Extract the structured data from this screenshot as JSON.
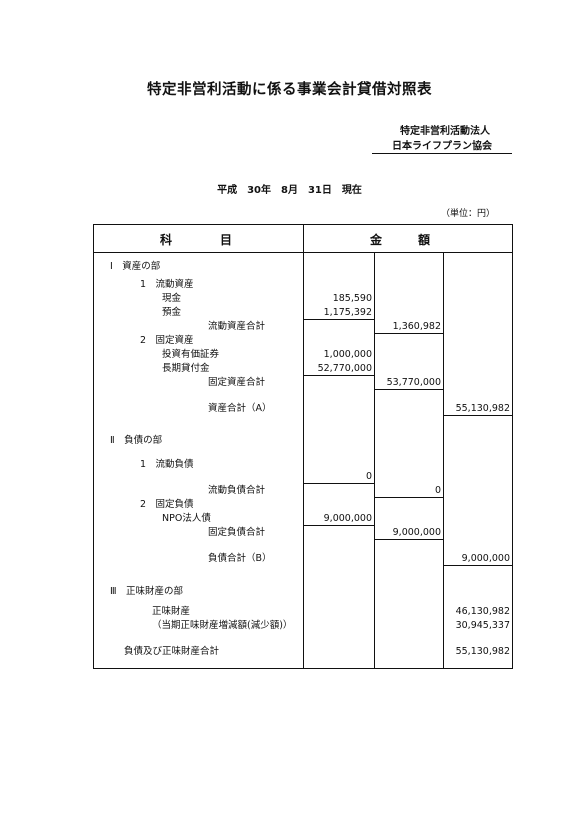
{
  "document": {
    "title": "特定非営利活動に係る事業会計貸借対照表",
    "org_line1": "特定非営利活動法人",
    "org_line2": "日本ライフプラン協会",
    "date": "平成　30年　8月　31日　現在",
    "unit": "（単位：円）"
  },
  "table": {
    "header_subject": "科　　　　目",
    "header_amount": "金　　　額",
    "rows": [
      {
        "label": "Ⅰ　資産の部"
      },
      {
        "label": "1　流動資産"
      },
      {
        "label": "現金",
        "c1": "185,590"
      },
      {
        "label": "預金",
        "c1": "1,175,392"
      },
      {
        "label": "流動資産合計",
        "c2": "1,360,982"
      },
      {
        "label": "2　固定資産"
      },
      {
        "label": "投資有価証券",
        "c1": "1,000,000"
      },
      {
        "label": "長期貸付金",
        "c1": "52,770,000"
      },
      {
        "label": "固定資産合計",
        "c2": "53,770,000"
      },
      {
        "label": "資産合計（A）",
        "c3": "55,130,982"
      },
      {
        "label": "Ⅱ　負債の部"
      },
      {
        "label": "1　流動負債"
      },
      {
        "label": "",
        "c1": "0"
      },
      {
        "label": "流動負債合計",
        "c2": "0"
      },
      {
        "label": "2　固定負債"
      },
      {
        "label": "NPO法人債",
        "c1": "9,000,000"
      },
      {
        "label": "固定負債合計",
        "c2": "9,000,000"
      },
      {
        "label": "負債合計（B）",
        "c3": "9,000,000"
      },
      {
        "label": "Ⅲ　正味財産の部"
      },
      {
        "label": "正味財産",
        "c3": "46,130,982"
      },
      {
        "label": "（当期正味財産増減額(減少額)）",
        "c3": "30,945,337"
      },
      {
        "label": "負債及び正味財産合計",
        "c3": "55,130,982"
      }
    ]
  }
}
